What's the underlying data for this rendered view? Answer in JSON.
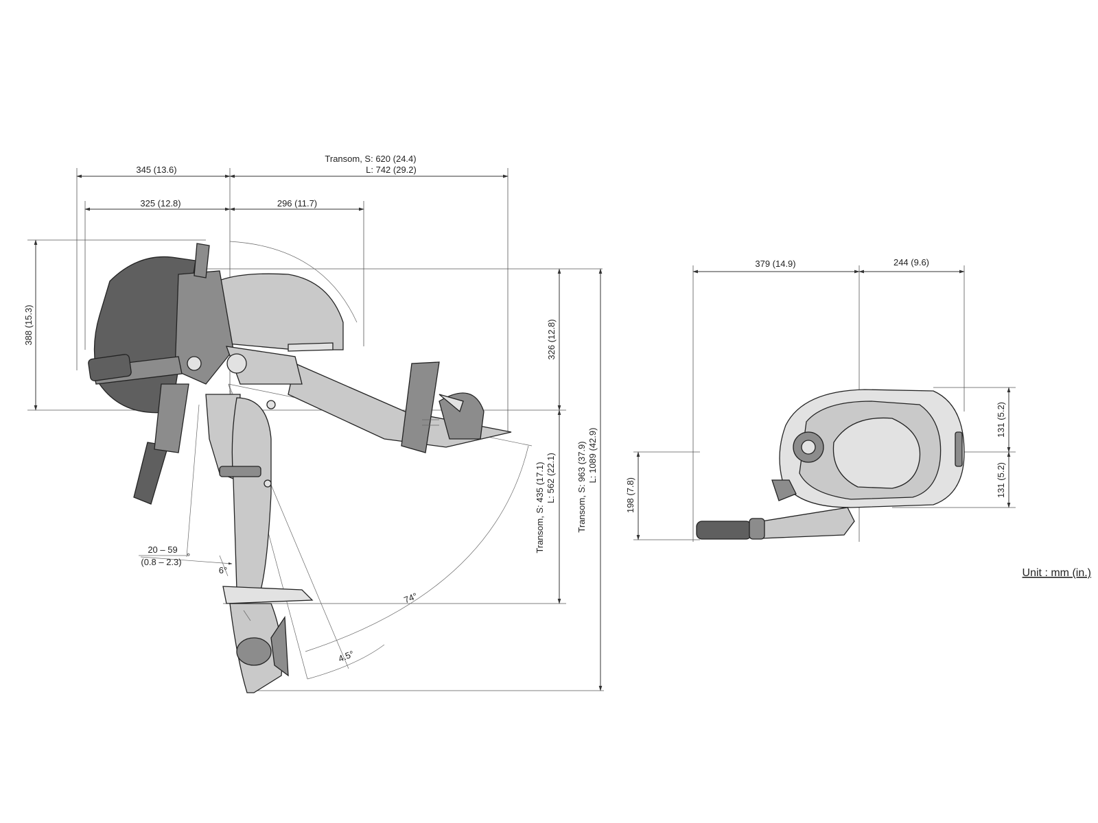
{
  "side_view": {
    "dims": {
      "overall_front": "345 (13.6)",
      "transom_s": "Transom, S: 620 (24.4)",
      "transom_l": "L: 742 (29.2)",
      "front_to_clamp": "325 (12.8)",
      "clamp_to_rear": "296 (11.7)",
      "tilted_height": "388 (15.3)",
      "cowl_height": "326 (12.8)",
      "shaft_s": "Transom, S: 435 (17.1)",
      "shaft_l": "L: 562 (22.1)",
      "overall_s": "Transom, S: 963 (37.9)",
      "overall_l": "L: 1089 (42.9)",
      "trim_range": "20 – 59",
      "trim_range_in": "(0.8 – 2.3)",
      "trim_range_deg": "°",
      "trim_angle": "6°",
      "tilt_angle": "74°",
      "tilt_step": "4.5°"
    }
  },
  "top_view": {
    "dims": {
      "left_width": "379 (14.9)",
      "right_width": "244 (9.6)",
      "half_upper": "131 (5.2)",
      "half_lower": "131 (5.2)",
      "tiller_offset": "198 (7.8)"
    }
  },
  "unit_note": "Unit : mm (in.)"
}
